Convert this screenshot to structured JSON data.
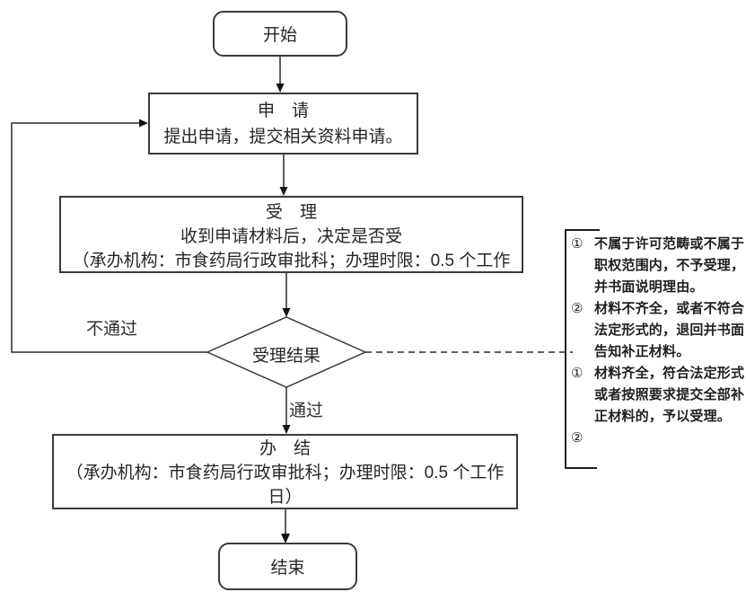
{
  "flowchart": {
    "nodes": {
      "start": {
        "label": "开始"
      },
      "apply": {
        "title": "申　请",
        "body": "提出申请，提交相关资料申请。"
      },
      "accept": {
        "title": "受　理",
        "body": "收到申请材料后，决定是否受\n（承办机构：市食药局行政审批科；办理时限：0.5 个工作"
      },
      "decision": {
        "label": "受理结果"
      },
      "complete": {
        "title": "办　结",
        "body": "（承办机构：市食药局行政审批科；办理时限：0.5 个工作\n日）"
      },
      "end": {
        "label": "结束"
      }
    },
    "edge_labels": {
      "fail": "不通过",
      "pass": "通过"
    }
  },
  "annotation": {
    "items": [
      {
        "marker": "①",
        "text": "不属于许可范畴或不属于\n职权范围内，不予受理，\n并书面说明理由。"
      },
      {
        "marker": "②",
        "text": "材料不齐全，或者不符合\n法定形式的，退回并书面\n告知补正材料。"
      },
      {
        "marker": "①",
        "text": "材料齐全，符合法定形式，\n或者按照要求提交全部补\n正材料的，予以受理。"
      },
      {
        "marker": "②",
        "text": ""
      }
    ]
  },
  "colors": {
    "line": "#2b2b2b",
    "box_border": "#3a3a3a",
    "background": "#ffffff"
  }
}
